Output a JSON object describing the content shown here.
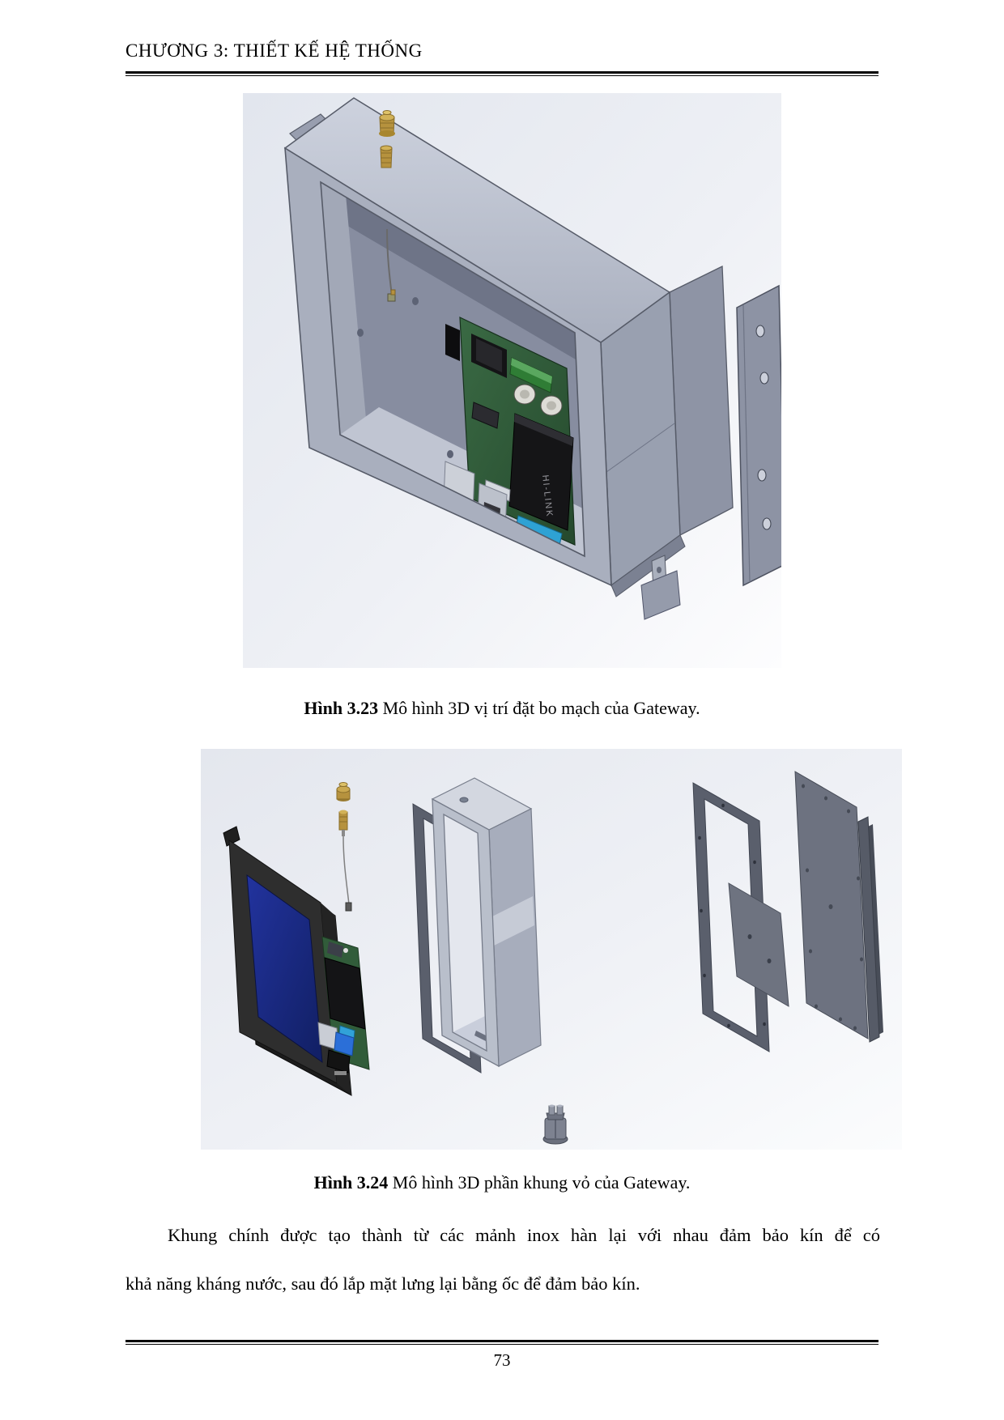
{
  "page": {
    "header_title": "CHƯƠNG 3: THIẾT KẾ HỆ THỐNG",
    "page_number": "73"
  },
  "figures": [
    {
      "id": "3.23",
      "caption_label": "Hình 3.23",
      "caption_text": " Mô hình 3D vị trí đặt bo mạch của Gateway.",
      "module_label": "HI-LINK"
    },
    {
      "id": "3.24",
      "caption_label": "Hình 3.24",
      "caption_text": " Mô hình 3D phần khung vỏ của Gateway."
    }
  ],
  "paragraph": {
    "lines": [
      "Khung chính được tạo thành từ các mảnh inox hàn lại với nhau đảm bảo kín để có",
      "khả năng kháng nước, sau đó lắp mặt lưng lại bằng ốc để đảm bảo kín."
    ]
  },
  "colors": {
    "enclosure_gray": "#a9afbe",
    "pcb_green": "#315c3a",
    "screen_blue": "#1d2f96",
    "brass": "#b6923e",
    "gasket_dark": "#5a5f6c"
  }
}
